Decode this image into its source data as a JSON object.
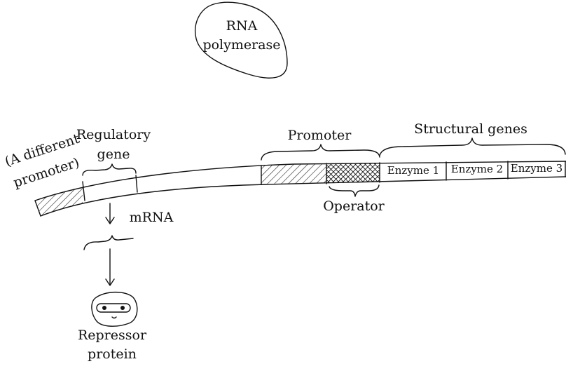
{
  "polymerase": {
    "line1": "RNA",
    "line2": "polymerase"
  },
  "labels": {
    "different_promoter_1": "(A different",
    "different_promoter_2": "promoter)",
    "regulatory_gene_1": "Regulatory",
    "regulatory_gene_2": "gene",
    "promoter": "Promoter",
    "structural_genes": "Structural genes",
    "operator": "Operator",
    "mrna": "mRNA",
    "repressor_1": "Repressor",
    "repressor_2": "protein"
  },
  "enzymes": [
    "Enzyme 1",
    "Enzyme 2",
    "Enzyme 3"
  ]
}
